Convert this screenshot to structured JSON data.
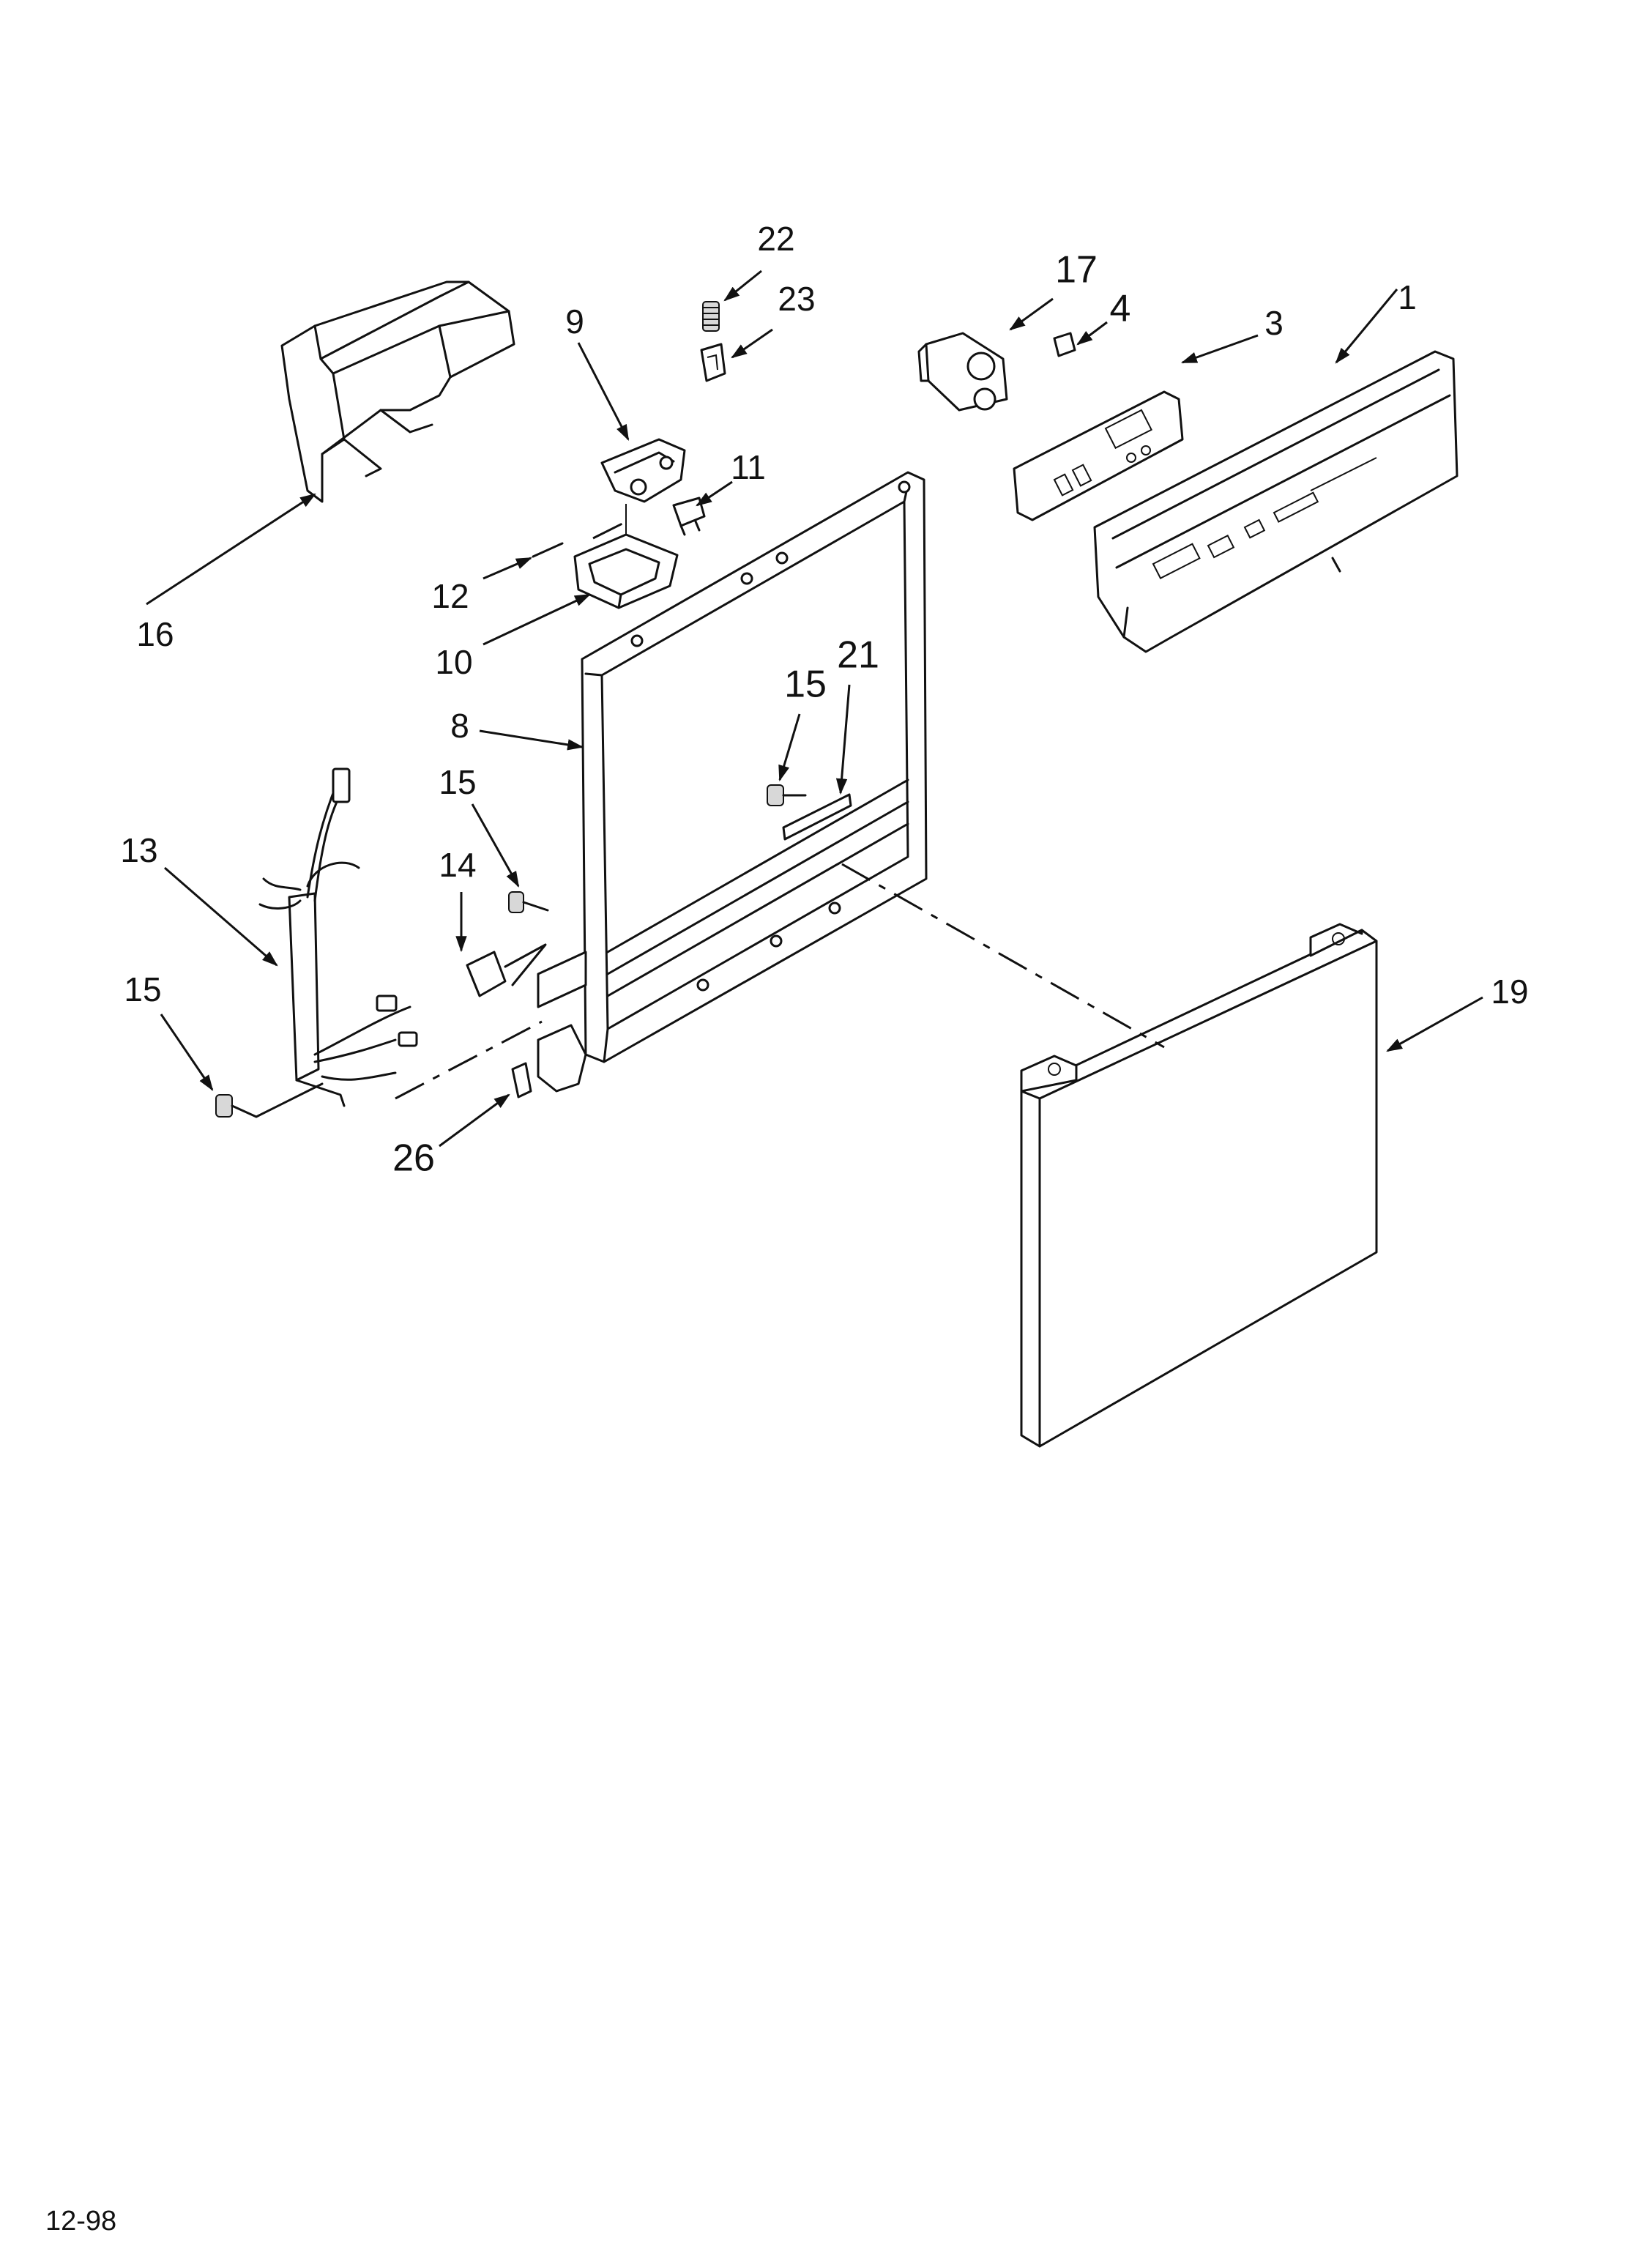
{
  "diagram": {
    "parts": [
      {
        "id": "p1",
        "label": "1"
      },
      {
        "id": "p3",
        "label": "3"
      },
      {
        "id": "p4",
        "label": "4"
      },
      {
        "id": "p8",
        "label": "8"
      },
      {
        "id": "p9",
        "label": "9"
      },
      {
        "id": "p10",
        "label": "10"
      },
      {
        "id": "p11",
        "label": "11"
      },
      {
        "id": "p12",
        "label": "12"
      },
      {
        "id": "p13",
        "label": "13"
      },
      {
        "id": "p14",
        "label": "14"
      },
      {
        "id": "p15a",
        "label": "15"
      },
      {
        "id": "p15b",
        "label": "15"
      },
      {
        "id": "p15c",
        "label": "15"
      },
      {
        "id": "p16",
        "label": "16"
      },
      {
        "id": "p17",
        "label": "17"
      },
      {
        "id": "p19",
        "label": "19"
      },
      {
        "id": "p21",
        "label": "21"
      },
      {
        "id": "p22",
        "label": "22"
      },
      {
        "id": "p23",
        "label": "23"
      },
      {
        "id": "p26",
        "label": "26"
      }
    ],
    "date_code": "12-98"
  }
}
